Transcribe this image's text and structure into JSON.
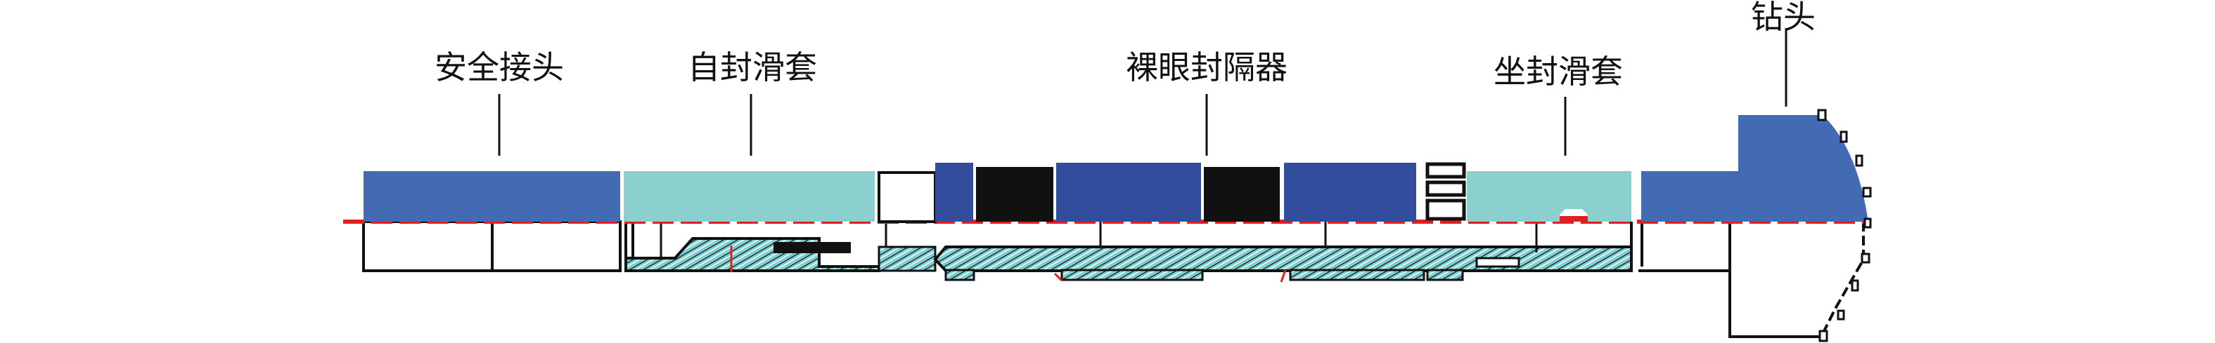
{
  "labels": {
    "safety_joint": "安全接头",
    "self_sealing_sleeve": "自封滑套",
    "openhole_packer": "裸眼封隔器",
    "setting_sleeve": "坐封滑套",
    "drill_bit": "钻头"
  },
  "colors": {
    "steel_blue": "#436bb3",
    "packer_blue": "#324d9c",
    "sleeve_cyan": "#8bd0cf",
    "rubber_black": "#111111",
    "centerline_red": "#e02020"
  }
}
